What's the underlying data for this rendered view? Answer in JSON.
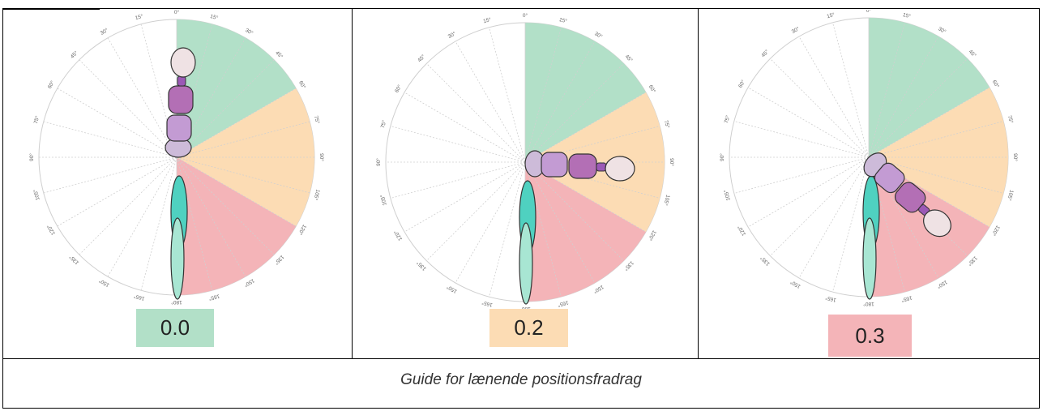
{
  "panels": [
    {
      "score_label": "0.0",
      "score_color": "#b2e0c8",
      "trunk_angle_deg": 0
    },
    {
      "score_label": "0.2",
      "score_color": "#fcdcb4",
      "trunk_angle_deg": 90
    },
    {
      "score_label": "0.3",
      "score_color": "#f4b4b8",
      "trunk_angle_deg": 130
    }
  ],
  "zones": [
    {
      "from_deg": 0,
      "to_deg": 60,
      "color": "#b2e0c8"
    },
    {
      "from_deg": 60,
      "to_deg": 120,
      "color": "#fcdcb4"
    },
    {
      "from_deg": 120,
      "to_deg": 180,
      "color": "#f4b4b8"
    }
  ],
  "degree_ticks": [
    "0°",
    "15°",
    "30°",
    "45°",
    "60°",
    "75°",
    "90°",
    "105°",
    "120°",
    "135°",
    "150°",
    "165°",
    "180°"
  ],
  "caption": "Guide for lænende positionsfradrag"
}
